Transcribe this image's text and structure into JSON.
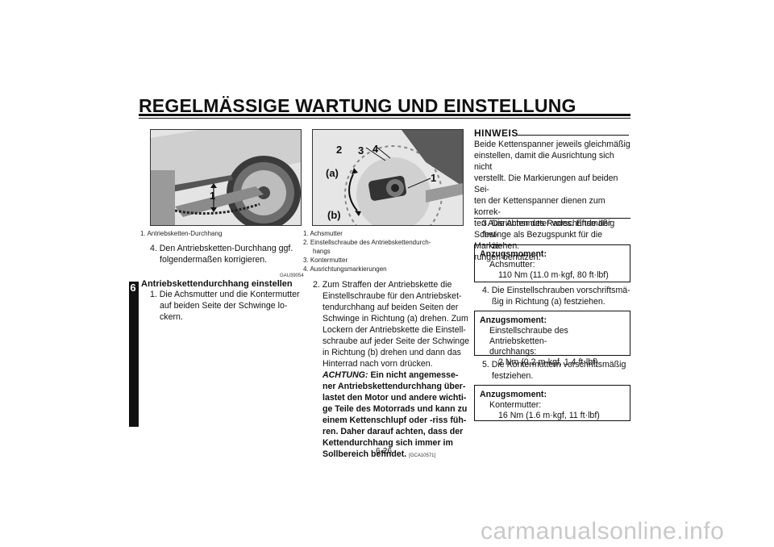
{
  "header": {
    "title": "REGELMÄSSIGE WARTUNG UND EINSTELLUNG"
  },
  "chapter_tab": "6",
  "figure1": {
    "labels": [
      "1"
    ],
    "captions": [
      "1. Antriebsketten-Durchhang"
    ]
  },
  "figure2": {
    "labels": [
      "2",
      "3",
      "4",
      "(a)",
      "1",
      "(b)"
    ],
    "captions": [
      "1. Achsmutter",
      "2. Einstellschraube des Antriebskettendurch-",
      "hangs",
      "3. Kontermutter",
      "4. Ausrichtungsmarkierungen"
    ]
  },
  "col1": {
    "step4": "4. Den Antriebsketten-Durchhang ggf.",
    "step4b": "folgendermaßen korrigieren.",
    "code": "GAU39054",
    "heading": "Antriebskettendurchhang einstellen",
    "step1a": "1. Die Achsmutter und die Kontermutter",
    "step1b": "auf beiden Seite der Schwinge lo-",
    "step1c": "ckern."
  },
  "col2": {
    "lines": [
      "2. Zum Straffen der Antriebskette die",
      "Einstellschraube für den Antriebsket-",
      "tendurchhang auf beiden Seiten der",
      "Schwinge in Richtung (a) drehen. Zum",
      "Lockern der Antriebskette die Einstell-",
      "schraube auf jeder Seite der Schwinge",
      "in Richtung (b) drehen und dann das",
      "Hinterrad nach vorn drücken."
    ],
    "achtung_label": "ACHTUNG:",
    "achtung_first": "Ein nicht angemesse-",
    "achtung_lines": [
      "ner Antriebskettendurchhang über-",
      "lastet den Motor und andere wichti-",
      "ge Teile des Motorrads und kann zu",
      "einem Kettenschlupf oder -riss füh-",
      "ren. Daher darauf achten, dass der",
      "Kettendurchhang sich immer im"
    ],
    "achtung_last": "Sollbereich befindet.",
    "code": "[GCA10571]"
  },
  "col3": {
    "hinweis": "HINWEIS",
    "hinweis_lines": [
      "Beide Kettenspanner jeweils gleichmäßig",
      "einstellen, damit die Ausrichtung sich nicht",
      "verstellt. Die Markierungen auf beiden Sei-",
      "ten der Kettenspanner dienen zum korrek-",
      "ten Ausrichten des Rades. Ende der",
      "Schwinge als Bezugspunkt für die Markie-",
      "rungen benutzen."
    ],
    "step3a": "3. Die Achsmutter vorschriftsmäßig fest-",
    "step3b": "ziehen.",
    "box1": {
      "title": "Anzugsmoment:",
      "l1": "Achsmutter:",
      "l2": "110 Nm (11.0 m·kgf, 80 ft·lbf)"
    },
    "step4a": "4. Die Einstellschrauben vorschriftsmä-",
    "step4b": "ßig in Richtung (a) festziehen.",
    "box2": {
      "title": "Anzugsmoment:",
      "l1": "Einstellschraube des Antriebsketten-",
      "l1b": "durchhangs:",
      "l2": "2 Nm (0.2 m·kgf, 1.4 ft·lbf)"
    },
    "step5a": "5. Die Kontermuttern vorschriftsmäßig",
    "step5b": "festziehen.",
    "box3": {
      "title": "Anzugsmoment:",
      "l1": "Kontermutter:",
      "l2": "16 Nm (1.6 m·kgf, 11 ft·lbf)"
    }
  },
  "footer": {
    "page": "6-26",
    "watermark": "carmanualsonline.info"
  }
}
